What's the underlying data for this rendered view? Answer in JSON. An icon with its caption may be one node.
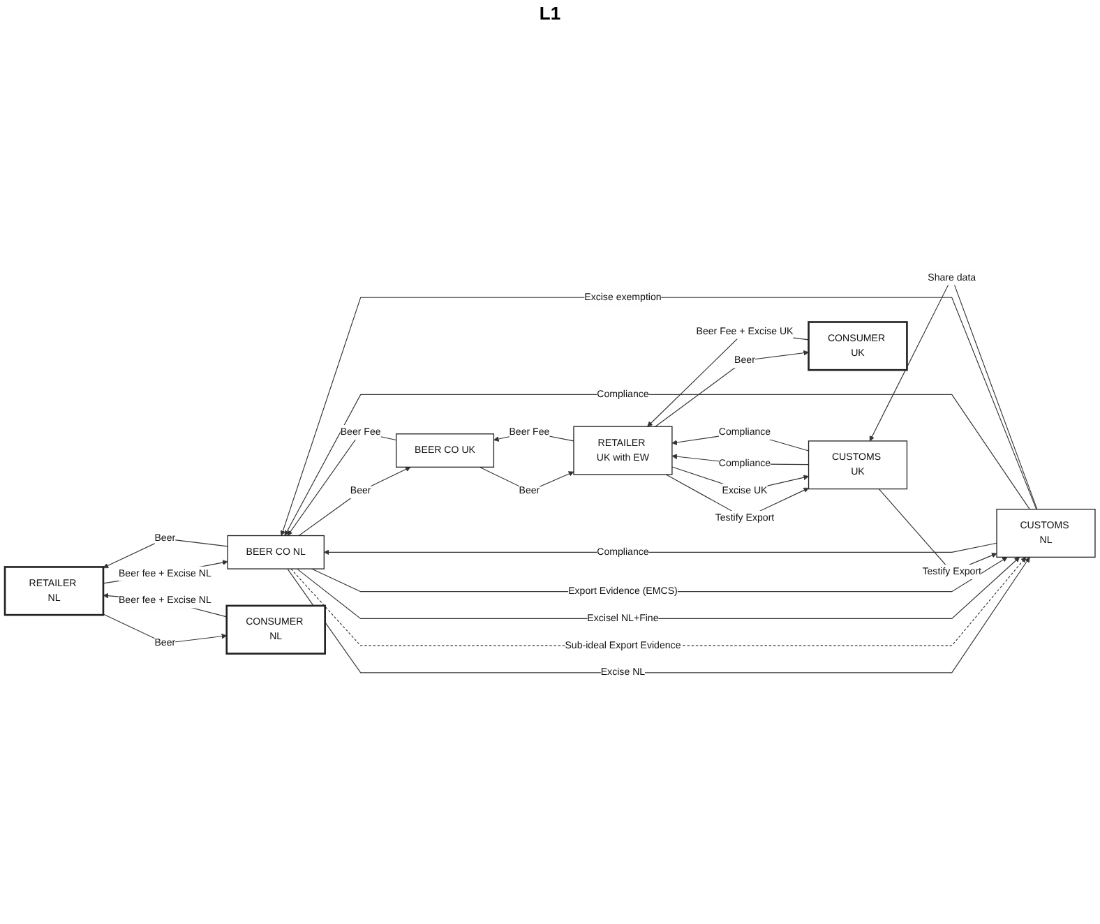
{
  "diagram": {
    "nodes": [
      {
        "text": [
          "RETAILER NL"
        ]
      },
      {
        "text": [
          "CONSUMER NL"
        ]
      },
      {
        "text": [
          "BEER CO NL"
        ]
      },
      {
        "text": [
          "BEER CO UK"
        ]
      },
      {
        "text": [
          "RETAILER UK with EW"
        ]
      },
      {
        "text": [
          "CUSTOMS NL"
        ]
      },
      {
        "text": [
          "CONSUMER UK"
        ]
      },
      {
        "text": [
          "CUSTOMS UK"
        ]
      }
    ],
    "edges": [
      {
        "from": 0,
        "to": 1,
        "arrow": "to",
        "label": "Beer"
      },
      {
        "from": 1,
        "to": 0,
        "arrow": "to",
        "label": "Beer fee + Excise NL"
      },
      {
        "from": 0,
        "to": 2,
        "arrow": "to",
        "label": "Beer fee + Excise NL"
      },
      {
        "from": 2,
        "to": 0,
        "arrow": "to",
        "label": "Beer"
      },
      {
        "from": 2,
        "to": 3,
        "arrow": "to",
        "label": "Beer"
      },
      {
        "from": 3,
        "to": 2,
        "arrow": "to",
        "label": "Beer Fee"
      },
      {
        "from": 3,
        "to": 4,
        "arrow": "to",
        "label": "Beer"
      },
      {
        "from": 4,
        "to": 3,
        "arrow": "to",
        "label": "Beer Fee"
      },
      {
        "from": 2,
        "to": 5,
        "arrow": "to",
        "label": "Excise NL"
      },
      {
        "from": 5,
        "to": 2,
        "arrow": "to",
        "label": "Compliance"
      },
      {
        "from": 2,
        "to": 5,
        "arrow": "to",
        "label": "Sub-ideal Export Evidence",
        "style": "dashed"
      },
      {
        "from": 2,
        "to": 5,
        "arrow": "to",
        "label": "Excisel NL+Fine"
      },
      {
        "from": 5,
        "to": 2,
        "arrow": "to",
        "label": "Compliance"
      },
      {
        "from": 2,
        "to": 5,
        "arrow": "to",
        "label": "Export Evidence (EMCS)"
      },
      {
        "from": 5,
        "to": 2,
        "arrow": "to",
        "label": "Excise exemption"
      },
      {
        "from": 5,
        "to": 7,
        "arrow": "to",
        "label": "Share data"
      },
      {
        "from": 7,
        "to": 5,
        "arrow": "to",
        "label": "Testify Export"
      },
      {
        "from": 4,
        "to": 7,
        "arrow": "to",
        "label": "Testify Export"
      },
      {
        "from": 7,
        "to": 4,
        "arrow": "to",
        "label": "Compliance"
      },
      {
        "from": 4,
        "to": 6,
        "arrow": "to",
        "label": "Beer"
      },
      {
        "from": 6,
        "to": 4,
        "arrow": "to",
        "label": "Beer Fee + Excise UK"
      },
      {
        "from": 4,
        "to": 7,
        "arrow": "to",
        "label": "Excise UK"
      },
      {
        "from": 7,
        "to": 4,
        "arrow": "to",
        "label": "Compliance"
      }
    ],
    "labels": [
      "L1"
    ]
  }
}
